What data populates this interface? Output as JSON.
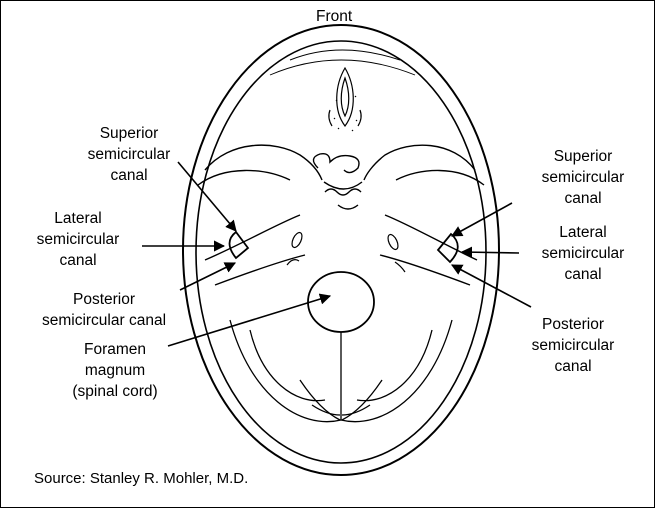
{
  "labels": {
    "front": "Front",
    "left_superior": [
      "Superior",
      "semicircular",
      "canal"
    ],
    "left_lateral": [
      "Lateral",
      "semicircular",
      "canal"
    ],
    "left_posterior": [
      "Posterior",
      "semicircular canal"
    ],
    "foramen": [
      "Foramen",
      "magnum",
      "(spinal cord)"
    ],
    "right_superior": [
      "Superior",
      "semicircular",
      "canal"
    ],
    "right_lateral": [
      "Lateral",
      "semicircular",
      "canal"
    ],
    "right_posterior": [
      "Posterior",
      "semicircular",
      "canal"
    ]
  },
  "source": "Source: Stanley R. Mohler, M.D."
}
